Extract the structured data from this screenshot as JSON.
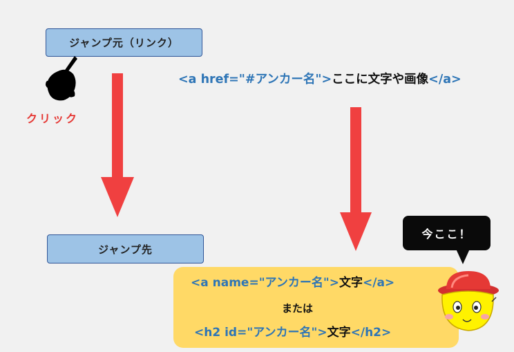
{
  "source_box": {
    "label": "ジャンプ元（リンク）"
  },
  "target_box": {
    "label": "ジャンプ先"
  },
  "click_label": "クリック",
  "code_link": {
    "open_tag": "<a href=\"#アンカー名\">",
    "content": "ここに文字や画像",
    "close_tag": "</a>"
  },
  "code_anchor_a": {
    "open_tag": "<a name=\"アンカー名\">",
    "content": "文字",
    "close_tag": "</a>"
  },
  "or_label": "または",
  "code_anchor_h2": {
    "open_tag": "<h2 id=\"アンカー名\">",
    "content": "文字",
    "close_tag": "</h2>"
  },
  "speech_bubble": "今ここ！",
  "colors": {
    "arrow": "#f04040",
    "box_fill": "#9dc3e6",
    "code_blue": "#2e75b6",
    "target_fill": "#ffd966",
    "click_red": "#e53935"
  },
  "icons": [
    "pointing-hand-icon",
    "mascot-character-icon"
  ]
}
